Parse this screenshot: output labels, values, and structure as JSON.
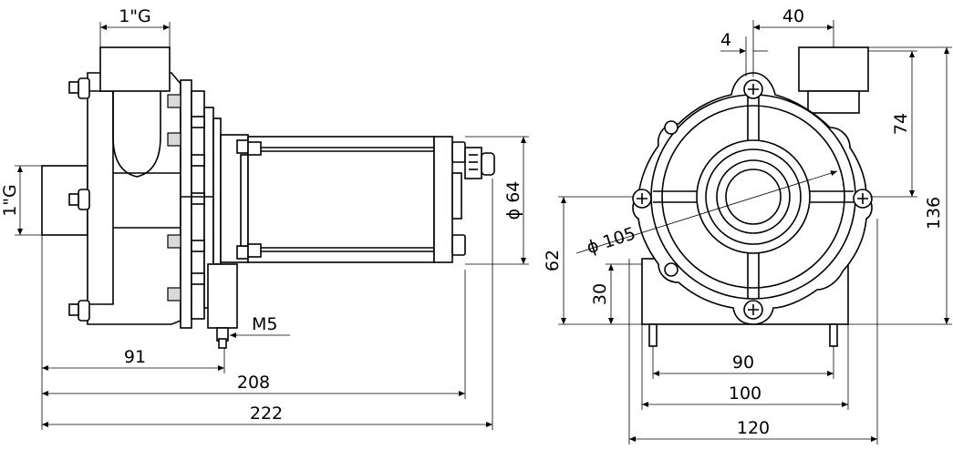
{
  "side_view": {
    "top_port_label": "1\"G",
    "side_port_label": "1\"G",
    "diameter_motor_label": "ϕ 64",
    "bolt_label": "M5",
    "dim_91": "91",
    "dim_208": "208",
    "dim_222": "222"
  },
  "front_view": {
    "dim_40": "40",
    "dim_4": "4",
    "dim_74": "74",
    "dim_136": "136",
    "dim_62": "62",
    "dim_30": "30",
    "diameter_105_label": "ϕ 105",
    "dim_90": "90",
    "dim_100": "100",
    "dim_120": "120"
  }
}
